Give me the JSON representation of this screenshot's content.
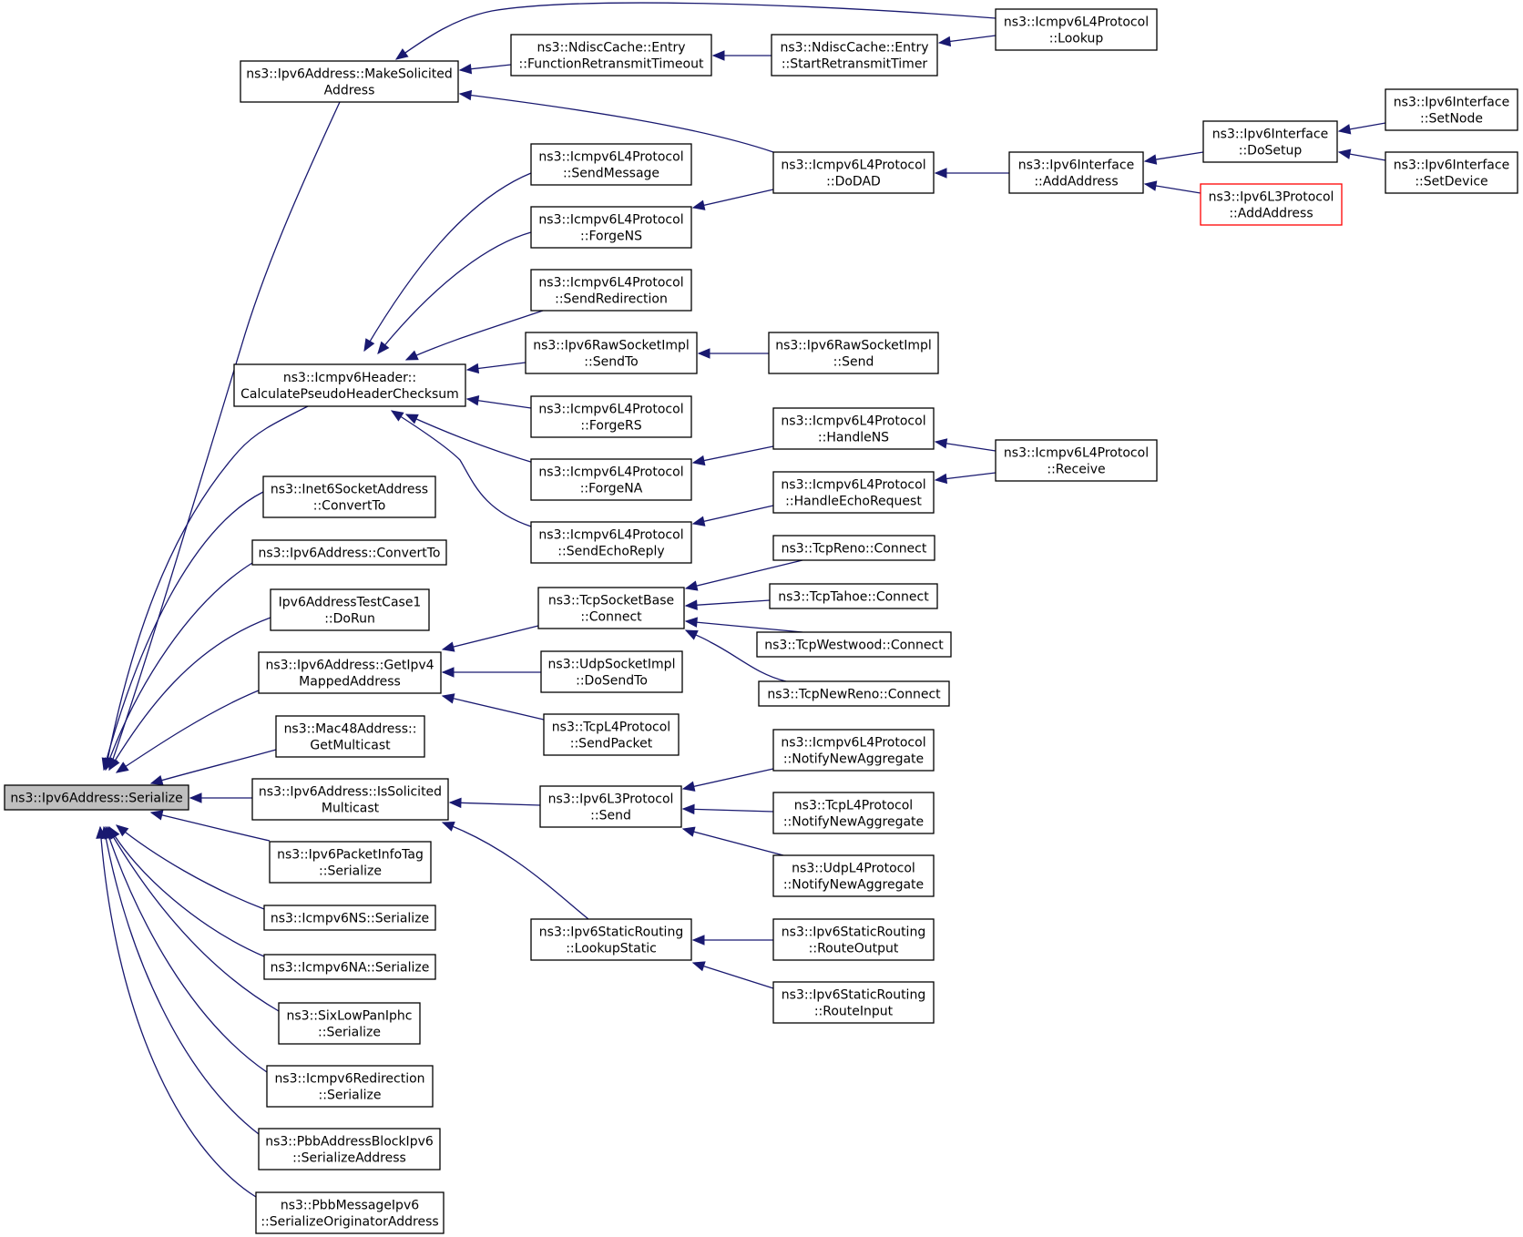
{
  "colors": {
    "edge": "#191970",
    "root_fill": "#bfbfbf",
    "node_border": "#000000",
    "highlight_border": "#ff0000"
  },
  "nodes": {
    "root": {
      "lines": [
        "ns3::Ipv6Address::Serialize"
      ]
    },
    "make_solicited": {
      "lines": [
        "ns3::Ipv6Address::MakeSolicited",
        "Address"
      ]
    },
    "calc_pseudo": {
      "lines": [
        "ns3::Icmpv6Header::",
        "CalculatePseudoHeaderChecksum"
      ]
    },
    "inet6_convert": {
      "lines": [
        "ns3::Inet6SocketAddress",
        "::ConvertTo"
      ]
    },
    "ipv6_convert": {
      "lines": [
        "ns3::Ipv6Address::ConvertTo"
      ]
    },
    "testcase_dorun": {
      "lines": [
        "Ipv6AddressTestCase1",
        "::DoRun"
      ]
    },
    "get_ipv4_mapped": {
      "lines": [
        "ns3::Ipv6Address::GetIpv4",
        "MappedAddress"
      ]
    },
    "mac48_multicast": {
      "lines": [
        "ns3::Mac48Address::",
        "GetMulticast"
      ]
    },
    "is_solicited": {
      "lines": [
        "ns3::Ipv6Address::IsSolicited",
        "Multicast"
      ]
    },
    "pktinfo_serialize": {
      "lines": [
        "ns3::Ipv6PacketInfoTag",
        "::Serialize"
      ]
    },
    "ns_serialize": {
      "lines": [
        "ns3::Icmpv6NS::Serialize"
      ]
    },
    "na_serialize": {
      "lines": [
        "ns3::Icmpv6NA::Serialize"
      ]
    },
    "iphc_serialize": {
      "lines": [
        "ns3::SixLowPanIphc",
        "::Serialize"
      ]
    },
    "redir_serialize": {
      "lines": [
        "ns3::Icmpv6Redirection",
        "::Serialize"
      ]
    },
    "pbb_addr": {
      "lines": [
        "ns3::PbbAddressBlockIpv6",
        "::SerializeAddress"
      ]
    },
    "pbb_msg": {
      "lines": [
        "ns3::PbbMessageIpv6",
        "::SerializeOriginatorAddress"
      ]
    },
    "ndisc_frt": {
      "lines": [
        "ns3::NdiscCache::Entry",
        "::FunctionRetransmitTimeout"
      ]
    },
    "ndisc_srt": {
      "lines": [
        "ns3::NdiscCache::Entry",
        "::StartRetransmitTimer"
      ]
    },
    "lookup": {
      "lines": [
        "ns3::Icmpv6L4Protocol",
        "::Lookup"
      ]
    },
    "dodad": {
      "lines": [
        "ns3::Icmpv6L4Protocol",
        "::DoDAD"
      ]
    },
    "iface_addaddr": {
      "lines": [
        "ns3::Ipv6Interface",
        "::AddAddress"
      ]
    },
    "iface_dosetup": {
      "lines": [
        "ns3::Ipv6Interface",
        "::DoSetup"
      ]
    },
    "iface_setnode": {
      "lines": [
        "ns3::Ipv6Interface",
        "::SetNode"
      ]
    },
    "iface_setdevice": {
      "lines": [
        "ns3::Ipv6Interface",
        "::SetDevice"
      ]
    },
    "l3_addaddr": {
      "lines": [
        "ns3::Ipv6L3Protocol",
        "::AddAddress"
      ]
    },
    "send_message": {
      "lines": [
        "ns3::Icmpv6L4Protocol",
        "::SendMessage"
      ]
    },
    "forge_ns": {
      "lines": [
        "ns3::Icmpv6L4Protocol",
        "::ForgeNS"
      ]
    },
    "send_redirection": {
      "lines": [
        "ns3::Icmpv6L4Protocol",
        "::SendRedirection"
      ]
    },
    "raw_sendto": {
      "lines": [
        "ns3::Ipv6RawSocketImpl",
        "::SendTo"
      ]
    },
    "raw_send": {
      "lines": [
        "ns3::Ipv6RawSocketImpl",
        "::Send"
      ]
    },
    "forge_rs": {
      "lines": [
        "ns3::Icmpv6L4Protocol",
        "::ForgeRS"
      ]
    },
    "forge_na": {
      "lines": [
        "ns3::Icmpv6L4Protocol",
        "::ForgeNA"
      ]
    },
    "send_echo": {
      "lines": [
        "ns3::Icmpv6L4Protocol",
        "::SendEchoReply"
      ]
    },
    "handle_ns": {
      "lines": [
        "ns3::Icmpv6L4Protocol",
        "::HandleNS"
      ]
    },
    "handle_echo": {
      "lines": [
        "ns3::Icmpv6L4Protocol",
        "::HandleEchoRequest"
      ]
    },
    "receive": {
      "lines": [
        "ns3::Icmpv6L4Protocol",
        "::Receive"
      ]
    },
    "tcp_connect": {
      "lines": [
        "ns3::TcpSocketBase",
        "::Connect"
      ]
    },
    "reno": {
      "lines": [
        "ns3::TcpReno::Connect"
      ]
    },
    "tahoe": {
      "lines": [
        "ns3::TcpTahoe::Connect"
      ]
    },
    "westwood": {
      "lines": [
        "ns3::TcpWestwood::Connect"
      ]
    },
    "newreno": {
      "lines": [
        "ns3::TcpNewReno::Connect"
      ]
    },
    "udp_dosendto": {
      "lines": [
        "ns3::UdpSocketImpl",
        "::DoSendTo"
      ]
    },
    "tcpl4_sendpacket": {
      "lines": [
        "ns3::TcpL4Protocol",
        "::SendPacket"
      ]
    },
    "l3_send": {
      "lines": [
        "ns3::Ipv6L3Protocol",
        "::Send"
      ]
    },
    "icmp_nna": {
      "lines": [
        "ns3::Icmpv6L4Protocol",
        "::NotifyNewAggregate"
      ]
    },
    "tcp_nna": {
      "lines": [
        "ns3::TcpL4Protocol",
        "::NotifyNewAggregate"
      ]
    },
    "udp_nna": {
      "lines": [
        "ns3::UdpL4Protocol",
        "::NotifyNewAggregate"
      ]
    },
    "static_lookup": {
      "lines": [
        "ns3::Ipv6StaticRouting",
        "::LookupStatic"
      ]
    },
    "route_output": {
      "lines": [
        "ns3::Ipv6StaticRouting",
        "::RouteOutput"
      ]
    },
    "route_input": {
      "lines": [
        "ns3::Ipv6StaticRouting",
        "::RouteInput"
      ]
    }
  }
}
